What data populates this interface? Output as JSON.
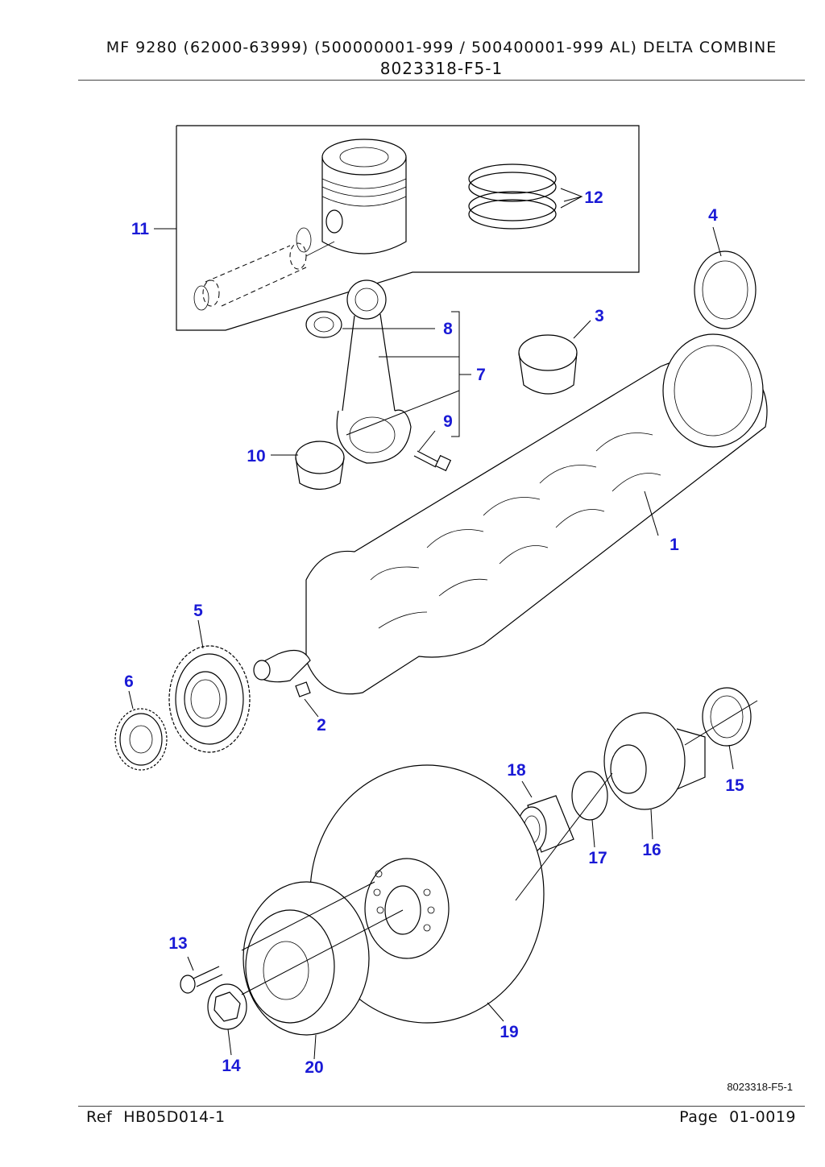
{
  "header": {
    "title": "MF 9280 (62000-63999) (500000001-999 / 500400001-999 AL) DELTA COMBINE",
    "subtitle": "8023318-F5-1"
  },
  "figure_id": "8023318-F5-1",
  "footer": {
    "ref_label": "Ref",
    "ref_value": "HB05D014-1",
    "page_label": "Page",
    "page_value": "01-0019"
  },
  "callouts": {
    "c1": "1",
    "c2": "2",
    "c3": "3",
    "c4": "4",
    "c5": "5",
    "c6": "6",
    "c7": "7",
    "c8": "8",
    "c9": "9",
    "c10": "10",
    "c11": "11",
    "c12": "12",
    "c13": "13",
    "c14": "14",
    "c15": "15",
    "c16": "16",
    "c17": "17",
    "c18": "18",
    "c19": "19",
    "c20": "20"
  },
  "colors": {
    "callout": "#1a1ad6",
    "line": "#000000"
  }
}
